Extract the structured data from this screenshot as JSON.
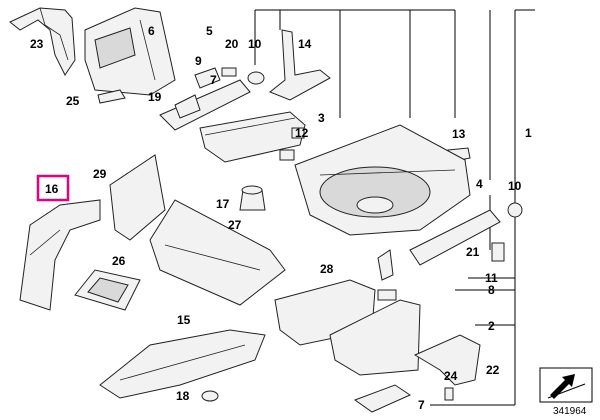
{
  "diagram": {
    "callouts": [
      "23",
      "6",
      "5",
      "20",
      "10",
      "14",
      "9",
      "7",
      "25",
      "19",
      "3",
      "12",
      "13",
      "1",
      "4",
      "10",
      "16",
      "29",
      "17",
      "27",
      "21",
      "11",
      "26",
      "28",
      "8",
      "15",
      "2",
      "22",
      "18",
      "24",
      "7"
    ],
    "highlighted_callout": "16",
    "highlight_color": "#e6007e",
    "reference_number": "341964"
  }
}
